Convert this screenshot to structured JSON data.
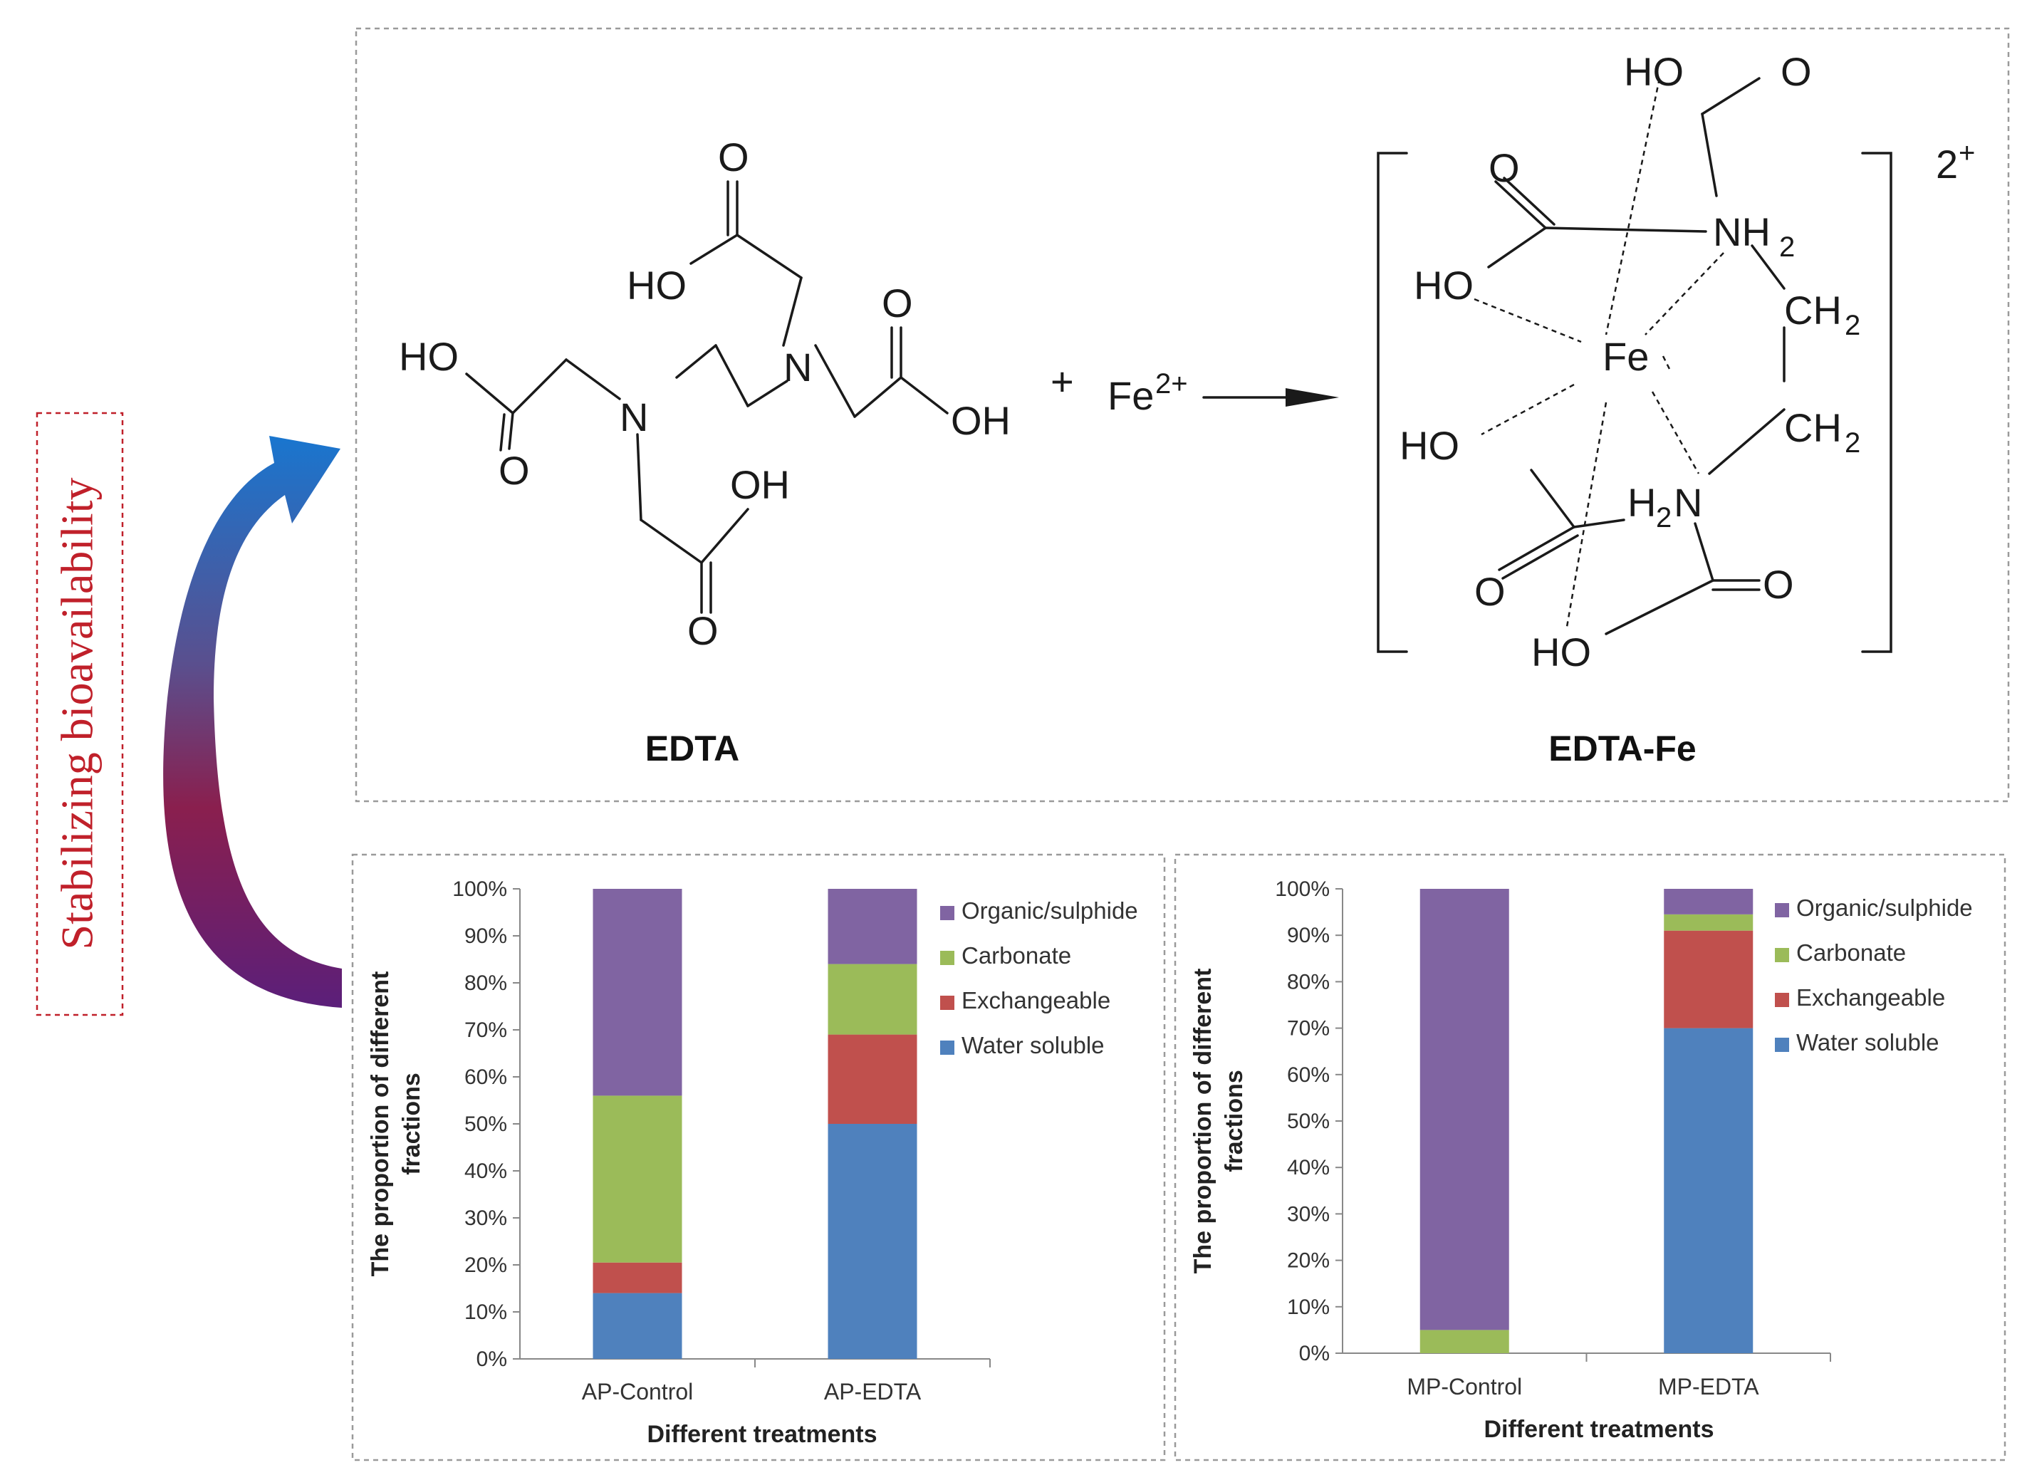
{
  "side_label": "Stabilizing bioavailability",
  "reaction": {
    "plus": "+",
    "fe_symbol": "Fe",
    "fe_charge": "2+",
    "charge_2": "2",
    "charge_plus": "+",
    "edta_caption": "EDTA",
    "complex_caption": "EDTA-Fe",
    "atoms": {
      "O": "O",
      "HO": "HO",
      "OH": "OH",
      "N": "N",
      "Fe": "Fe",
      "NH": "NH",
      "H": "H",
      "CH": "CH",
      "sub2": "2"
    }
  },
  "colors": {
    "organic_sulphide": "#8064a2",
    "carbonate": "#9bbb59",
    "exchangeable": "#c0504d",
    "water_soluble": "#4f81bd",
    "side_label": "#c0202a"
  },
  "chart_data": [
    {
      "type": "bar",
      "stacked": true,
      "categories": [
        "AP-Control",
        "AP-EDTA"
      ],
      "series": [
        {
          "name": "Water soluble",
          "values": [
            14,
            50
          ]
        },
        {
          "name": "Exchangeable",
          "values": [
            6.5,
            19
          ]
        },
        {
          "name": "Carbonate",
          "values": [
            35.5,
            15
          ]
        },
        {
          "name": "Organic/sulphide",
          "values": [
            44,
            16
          ]
        }
      ],
      "legend_order": [
        "Organic/sulphide",
        "Carbonate",
        "Exchangeable",
        "Water soluble"
      ],
      "xlabel": "Different treatments",
      "ylabel": "The proportion of different fractions",
      "yticks": [
        "0%",
        "10%",
        "20%",
        "30%",
        "40%",
        "50%",
        "60%",
        "70%",
        "80%",
        "90%",
        "100%"
      ],
      "ylim": [
        0,
        100
      ],
      "legend_position": "right",
      "grid": false
    },
    {
      "type": "bar",
      "stacked": true,
      "categories": [
        "MP-Control",
        "MP-EDTA"
      ],
      "series": [
        {
          "name": "Water soluble",
          "values": [
            0,
            70
          ]
        },
        {
          "name": "Exchangeable",
          "values": [
            0,
            21
          ]
        },
        {
          "name": "Carbonate",
          "values": [
            5,
            3.5
          ]
        },
        {
          "name": "Organic/sulphide",
          "values": [
            95,
            5.5
          ]
        }
      ],
      "legend_order": [
        "Organic/sulphide",
        "Carbonate",
        "Exchangeable",
        "Water soluble"
      ],
      "xlabel": "Different treatments",
      "ylabel": "The proportion of different fractions",
      "yticks": [
        "0%",
        "10%",
        "20%",
        "30%",
        "40%",
        "50%",
        "60%",
        "70%",
        "80%",
        "90%",
        "100%"
      ],
      "ylim": [
        0,
        100
      ],
      "legend_position": "right",
      "grid": false
    }
  ]
}
